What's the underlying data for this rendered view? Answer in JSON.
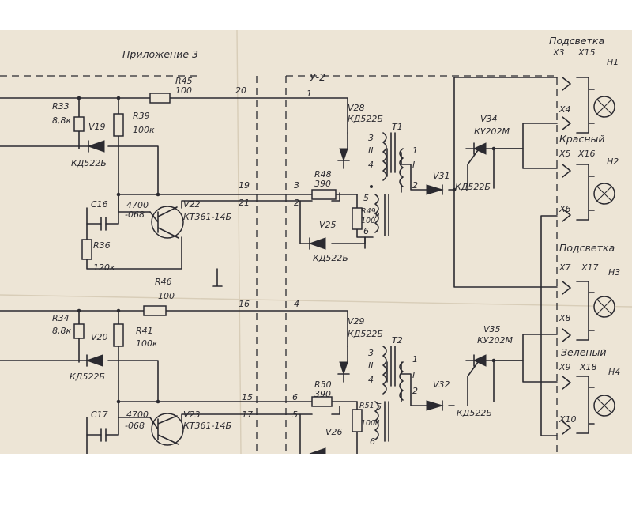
{
  "title": "Приложение 3",
  "block": "У-2",
  "labels": {
    "podsvetka_top": "Подсветка",
    "podsvetka_mid": "Подсветка",
    "krasny": "Красный",
    "zeleny": "Зеленый"
  },
  "resistors": {
    "r45": "R45",
    "r45v": "100",
    "r33": "R33",
    "r33v": "8,8к",
    "r39": "R39",
    "r39v": "100к",
    "r36": "R36",
    "r36v": "120к",
    "r46": "R46",
    "r46v": "100",
    "r34": "R34",
    "r34v": "8,8к",
    "r41": "R41",
    "r41v": "100к",
    "r48": "R48",
    "r48v": "390",
    "r49": "R49",
    "r49v": "100",
    "r50": "R50",
    "r50v": "390",
    "r51": "R51",
    "r51v": "100"
  },
  "capacitors": {
    "c16": "C16",
    "c16v1": "4700",
    "c16v2": "-068",
    "c17": "C17",
    "c17v1": "4700",
    "c17v2": "-068"
  },
  "diodes": {
    "v19": "V19",
    "v19t": "КД522Б",
    "v20": "V20",
    "v20t": "КД522Б",
    "v25": "V25",
    "v25t": "КД522Б",
    "v26": "V26",
    "v28": "V28",
    "v28t": "КД522Б",
    "v29": "V29",
    "v29t": "КД522Б",
    "v31": "V31",
    "v31t": "КД522Б",
    "v32": "V32",
    "v32t": "КД522Б"
  },
  "transistors": {
    "v22": "V22",
    "v22t": "КТ361-14Б",
    "v23": "V23",
    "v23t": "КТ361-14Б",
    "v34": "V34",
    "v34t": "КУ202М",
    "v35": "V35",
    "v35t": "КУ202М"
  },
  "transformers": {
    "t1": "Т1",
    "t2": "Т2"
  },
  "connectors": {
    "x3": "X3",
    "x4": "X4",
    "x5": "X5",
    "x6": "X6",
    "x7": "X7",
    "x8": "X8",
    "x9": "X9",
    "x10": "X10",
    "x15": "X15",
    "x16": "X16",
    "x17": "X17",
    "x18": "X18"
  },
  "lamps": {
    "h1": "H1",
    "h2": "H2",
    "h3": "H3",
    "h4": "H4"
  },
  "pins": {
    "p20": "20",
    "p1": "1",
    "p19": "19",
    "p21": "21",
    "p3": "3",
    "p2": "2",
    "p16": "16",
    "p4": "4",
    "p15": "15",
    "p17": "17",
    "p6": "6",
    "p5": "5"
  },
  "windings": {
    "t1_3": "3",
    "t1_II": "II",
    "t1_4": "4",
    "t1_1": "1",
    "t1_I": "I",
    "t1_2": "2",
    "t1_5": "5",
    "t1_III": "III",
    "t1_6": "6",
    "t2_3": "3",
    "t2_II": "II",
    "t2_4": "4",
    "t2_1": "1",
    "t2_I": "I",
    "t2_2": "2",
    "t2_5": "5",
    "t2_III": "III",
    "t2_6": "6"
  }
}
